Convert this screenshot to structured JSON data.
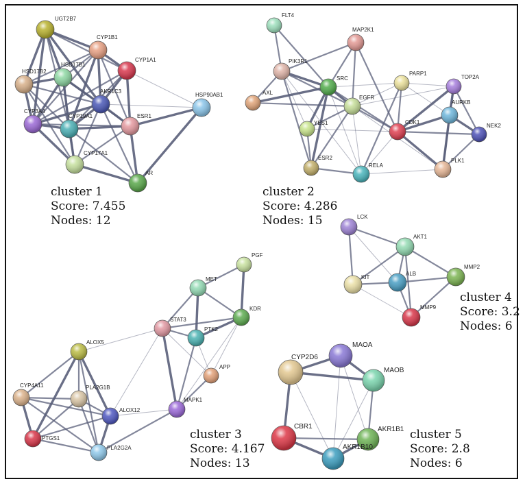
{
  "edge_color": "#5a5f7a",
  "clusters": [
    {
      "id": 1,
      "title": "cluster 1",
      "score": "Score: 7.455",
      "nodes_count": "Nodes: 12",
      "nodes": [
        {
          "id": "UGT2B7",
          "color": "#b9b22f"
        },
        {
          "id": "CYP1B1",
          "color": "#e8a184"
        },
        {
          "id": "CYP1A1",
          "color": "#d9394f"
        },
        {
          "id": "HSD17B2",
          "color": "#d8b08a"
        },
        {
          "id": "HSD17B1",
          "color": "#8fd8a4"
        },
        {
          "id": "AKR1C3",
          "color": "#4b59b7"
        },
        {
          "id": "HSP90AB1",
          "color": "#8cc6ea"
        },
        {
          "id": "CYP3A4",
          "color": "#9c6ad6"
        },
        {
          "id": "CYP19A1",
          "color": "#4bb0b5"
        },
        {
          "id": "ESR1",
          "color": "#e59aa0"
        },
        {
          "id": "CYP17A1",
          "color": "#c6e09e"
        },
        {
          "id": "AR",
          "color": "#5aa84b"
        }
      ],
      "edges": [
        [
          "UGT2B7",
          "CYP1B1",
          3
        ],
        [
          "UGT2B7",
          "HSD17B2",
          3
        ],
        [
          "UGT2B7",
          "HSD17B1",
          3
        ],
        [
          "UGT2B7",
          "AKR1C3",
          3
        ],
        [
          "UGT2B7",
          "CYP3A4",
          3
        ],
        [
          "UGT2B7",
          "CYP19A1",
          2
        ],
        [
          "UGT2B7",
          "CYP1A1",
          2
        ],
        [
          "CYP1B1",
          "CYP1A1",
          3
        ],
        [
          "CYP1B1",
          "HSD17B1",
          2
        ],
        [
          "CYP1B1",
          "AKR1C3",
          3
        ],
        [
          "CYP1B1",
          "CYP3A4",
          2
        ],
        [
          "CYP1B1",
          "CYP19A1",
          3
        ],
        [
          "CYP1B1",
          "ESR1",
          2
        ],
        [
          "CYP1B1",
          "HSD17B2",
          2
        ],
        [
          "CYP1A1",
          "AKR1C3",
          3
        ],
        [
          "CYP1A1",
          "ESR1",
          3
        ],
        [
          "CYP1A1",
          "CYP19A1",
          2
        ],
        [
          "CYP1A1",
          "CYP3A4",
          2
        ],
        [
          "CYP1A1",
          "HSP90AB1",
          1
        ],
        [
          "HSD17B2",
          "HSD17B1",
          3
        ],
        [
          "HSD17B2",
          "CYP3A4",
          3
        ],
        [
          "HSD17B2",
          "CYP19A1",
          2
        ],
        [
          "HSD17B2",
          "AKR1C3",
          2
        ],
        [
          "HSD17B2",
          "CYP17A1",
          2
        ],
        [
          "HSD17B1",
          "AKR1C3",
          3
        ],
        [
          "HSD17B1",
          "CYP3A4",
          3
        ],
        [
          "HSD17B1",
          "CYP19A1",
          3
        ],
        [
          "HSD17B1",
          "ESR1",
          2
        ],
        [
          "HSD17B1",
          "CYP17A1",
          2
        ],
        [
          "AKR1C3",
          "CYP19A1",
          3
        ],
        [
          "AKR1C3",
          "ESR1",
          3
        ],
        [
          "AKR1C3",
          "CYP3A4",
          3
        ],
        [
          "AKR1C3",
          "CYP17A1",
          2
        ],
        [
          "AKR1C3",
          "AR",
          2
        ],
        [
          "HSP90AB1",
          "ESR1",
          3
        ],
        [
          "HSP90AB1",
          "AR",
          3
        ],
        [
          "HSP90AB1",
          "AKR1C3",
          1
        ],
        [
          "CYP3A4",
          "CYP19A1",
          3
        ],
        [
          "CYP3A4",
          "CYP17A1",
          3
        ],
        [
          "CYP3A4",
          "ESR1",
          2
        ],
        [
          "CYP19A1",
          "ESR1",
          3
        ],
        [
          "CYP19A1",
          "CYP17A1",
          3
        ],
        [
          "CYP19A1",
          "AR",
          2
        ],
        [
          "ESR1",
          "AR",
          3
        ],
        [
          "ESR1",
          "CYP17A1",
          2
        ],
        [
          "CYP17A1",
          "AR",
          3
        ]
      ]
    },
    {
      "id": 2,
      "title": "cluster 2",
      "score": "Score: 4.286",
      "nodes_count": "Nodes: 15",
      "nodes": [
        {
          "id": "FLT4",
          "color": "#9ee0bd"
        },
        {
          "id": "MAP2K1",
          "color": "#e39a95"
        },
        {
          "id": "PIK3R1",
          "color": "#e0b5a9"
        },
        {
          "id": "AXL",
          "color": "#e1a57a"
        },
        {
          "id": "SRC",
          "color": "#53ad4d"
        },
        {
          "id": "PARP1",
          "color": "#ece29d"
        },
        {
          "id": "TOP2A",
          "color": "#a77fdd"
        },
        {
          "id": "EGFR",
          "color": "#c7df9a"
        },
        {
          "id": "AURKB",
          "color": "#6fb7dc"
        },
        {
          "id": "YES1",
          "color": "#c9e58d"
        },
        {
          "id": "CDK1",
          "color": "#e04152"
        },
        {
          "id": "NEK2",
          "color": "#4f53b8"
        },
        {
          "id": "ESR2",
          "color": "#c3b06b"
        },
        {
          "id": "RELA",
          "color": "#4bb6bd"
        },
        {
          "id": "PLK1",
          "color": "#e6b797"
        }
      ],
      "edges": [
        [
          "FLT4",
          "PIK3R1",
          2
        ],
        [
          "FLT4",
          "SRC",
          2
        ],
        [
          "MAP2K1",
          "PIK3R1",
          2
        ],
        [
          "MAP2K1",
          "SRC",
          2
        ],
        [
          "MAP2K1",
          "EGFR",
          2
        ],
        [
          "MAP2K1",
          "CDK1",
          2
        ],
        [
          "PIK3R1",
          "AXL",
          2
        ],
        [
          "PIK3R1",
          "SRC",
          3
        ],
        [
          "PIK3R1",
          "EGFR",
          2
        ],
        [
          "PIK3R1",
          "YES1",
          1
        ],
        [
          "PIK3R1",
          "ESR2",
          2
        ],
        [
          "PIK3R1",
          "RELA",
          1
        ],
        [
          "AXL",
          "SRC",
          3
        ],
        [
          "AXL",
          "EGFR",
          2
        ],
        [
          "SRC",
          "EGFR",
          3
        ],
        [
          "SRC",
          "YES1",
          3
        ],
        [
          "SRC",
          "ESR2",
          3
        ],
        [
          "SRC",
          "PARP1",
          1
        ],
        [
          "SRC",
          "CDK1",
          2
        ],
        [
          "SRC",
          "RELA",
          1
        ],
        [
          "EGFR",
          "YES1",
          2
        ],
        [
          "EGFR",
          "ESR2",
          2
        ],
        [
          "EGFR",
          "CDK1",
          2
        ],
        [
          "EGFR",
          "PARP1",
          1
        ],
        [
          "EGFR",
          "RELA",
          1
        ],
        [
          "EGFR",
          "PLK1",
          1
        ],
        [
          "EGFR",
          "TOP2A",
          1
        ],
        [
          "PARP1",
          "CDK1",
          2
        ],
        [
          "PARP1",
          "TOP2A",
          1
        ],
        [
          "PARP1",
          "RELA",
          2
        ],
        [
          "PARP1",
          "AURKB",
          1
        ],
        [
          "TOP2A",
          "AURKB",
          3
        ],
        [
          "TOP2A",
          "CDK1",
          3
        ],
        [
          "TOP2A",
          "NEK2",
          2
        ],
        [
          "TOP2A",
          "PLK1",
          2
        ],
        [
          "AURKB",
          "CDK1",
          3
        ],
        [
          "AURKB",
          "NEK2",
          3
        ],
        [
          "AURKB",
          "PLK1",
          3
        ],
        [
          "CDK1",
          "NEK2",
          2
        ],
        [
          "CDK1",
          "PLK1",
          3
        ],
        [
          "CDK1",
          "RELA",
          1
        ],
        [
          "CDK1",
          "YES1",
          1
        ],
        [
          "NEK2",
          "PLK1",
          2
        ],
        [
          "ESR2",
          "RELA",
          2
        ],
        [
          "RELA",
          "PLK1",
          1
        ],
        [
          "YES1",
          "ESR2",
          2
        ]
      ]
    },
    {
      "id": 3,
      "title": "cluster 3",
      "score": "Score: 4.167",
      "nodes_count": "Nodes: 13",
      "nodes": [
        {
          "id": "PGF",
          "color": "#c9e2a0"
        },
        {
          "id": "MET",
          "color": "#94dbb5"
        },
        {
          "id": "KDR",
          "color": "#5fad52"
        },
        {
          "id": "STAT3",
          "color": "#e39aa4"
        },
        {
          "id": "PTK2",
          "color": "#4cb3b3"
        },
        {
          "id": "APP",
          "color": "#e3a27a"
        },
        {
          "id": "ALOX5",
          "color": "#bcbd47"
        },
        {
          "id": "CYP4A11",
          "color": "#dcb38c"
        },
        {
          "id": "PLA2G1B",
          "color": "#dac6a6"
        },
        {
          "id": "ALOX12",
          "color": "#5059c2"
        },
        {
          "id": "MAPK1",
          "color": "#9c6ad9"
        },
        {
          "id": "PTGS1",
          "color": "#d9374a"
        },
        {
          "id": "PLA2G2A",
          "color": "#90c9ea"
        }
      ],
      "edges": [
        [
          "PGF",
          "MET",
          2
        ],
        [
          "PGF",
          "KDR",
          3
        ],
        [
          "MET",
          "KDR",
          2
        ],
        [
          "MET",
          "STAT3",
          2
        ],
        [
          "MET",
          "PTK2",
          3
        ],
        [
          "KDR",
          "STAT3",
          2
        ],
        [
          "KDR",
          "PTK2",
          3
        ],
        [
          "KDR",
          "APP",
          1
        ],
        [
          "KDR",
          "MAPK1",
          1
        ],
        [
          "STAT3",
          "PTK2",
          2
        ],
        [
          "STAT3",
          "APP",
          1
        ],
        [
          "STAT3",
          "MAPK1",
          3
        ],
        [
          "STAT3",
          "ALOX5",
          1
        ],
        [
          "STAT3",
          "ALOX12",
          1
        ],
        [
          "PTK2",
          "MAPK1",
          2
        ],
        [
          "PTK2",
          "APP",
          1
        ],
        [
          "APP",
          "MAPK1",
          2
        ],
        [
          "ALOX5",
          "CYP4A11",
          2
        ],
        [
          "ALOX5",
          "PLA2G1B",
          2
        ],
        [
          "ALOX5",
          "ALOX12",
          3
        ],
        [
          "ALOX5",
          "PTGS1",
          3
        ],
        [
          "ALOX5",
          "PLA2G2A",
          2
        ],
        [
          "CYP4A11",
          "PLA2G1B",
          2
        ],
        [
          "CYP4A11",
          "ALOX12",
          2
        ],
        [
          "CYP4A11",
          "PTGS1",
          3
        ],
        [
          "CYP4A11",
          "PLA2G2A",
          2
        ],
        [
          "PLA2G1B",
          "ALOX12",
          2
        ],
        [
          "PLA2G1B",
          "PTGS1",
          2
        ],
        [
          "PLA2G1B",
          "PLA2G2A",
          2
        ],
        [
          "ALOX12",
          "PTGS1",
          2
        ],
        [
          "ALOX12",
          "PLA2G2A",
          3
        ],
        [
          "ALOX12",
          "MAPK1",
          1
        ],
        [
          "PTGS1",
          "PLA2G2A",
          2
        ],
        [
          "PLA2G2A",
          "MAPK1",
          2
        ]
      ]
    },
    {
      "id": 4,
      "title": "cluster 4",
      "score": "Score: 3.2",
      "nodes_count": "Nodes: 6",
      "nodes": [
        {
          "id": "LCK",
          "color": "#9f84d6"
        },
        {
          "id": "AKT1",
          "color": "#94dbb3"
        },
        {
          "id": "MMP2",
          "color": "#7db553"
        },
        {
          "id": "KIT",
          "color": "#ebe0a7"
        },
        {
          "id": "ALB",
          "color": "#4a9fc4"
        },
        {
          "id": "MMP9",
          "color": "#d9384b"
        }
      ],
      "edges": [
        [
          "LCK",
          "AKT1",
          2
        ],
        [
          "LCK",
          "KIT",
          2
        ],
        [
          "LCK",
          "ALB",
          1
        ],
        [
          "AKT1",
          "MMP2",
          2
        ],
        [
          "AKT1",
          "ALB",
          2
        ],
        [
          "AKT1",
          "MMP9",
          2
        ],
        [
          "AKT1",
          "KIT",
          2
        ],
        [
          "MMP2",
          "ALB",
          2
        ],
        [
          "MMP2",
          "MMP9",
          2
        ],
        [
          "KIT",
          "ALB",
          2
        ],
        [
          "KIT",
          "MMP9",
          1
        ],
        [
          "ALB",
          "MMP9",
          2
        ]
      ]
    },
    {
      "id": 5,
      "title": "cluster 5",
      "score": "Score: 2.8",
      "nodes_count": "Nodes: 6",
      "nodes": [
        {
          "id": "MAOA",
          "color": "#8a79d6"
        },
        {
          "id": "CYP2D6",
          "color": "#e3c891"
        },
        {
          "id": "MAOB",
          "color": "#7bd5ae"
        },
        {
          "id": "CBR1",
          "color": "#dd3847"
        },
        {
          "id": "AKR1B1",
          "color": "#6fb457"
        },
        {
          "id": "AKR1B10",
          "color": "#3d9ebf"
        }
      ],
      "edges": [
        [
          "CYP2D6",
          "MAOA",
          3
        ],
        [
          "CYP2D6",
          "MAOB",
          3
        ],
        [
          "CYP2D6",
          "CBR1",
          3
        ],
        [
          "CYP2D6",
          "AKR1B10",
          1
        ],
        [
          "MAOA",
          "MAOB",
          3
        ],
        [
          "MAOA",
          "AKR1B1",
          1
        ],
        [
          "MAOA",
          "AKR1B10",
          1
        ],
        [
          "MAOB",
          "AKR1B1",
          2
        ],
        [
          "MAOB",
          "AKR1B10",
          1
        ],
        [
          "CBR1",
          "AKR1B10",
          3
        ],
        [
          "CBR1",
          "AKR1B1",
          2
        ],
        [
          "AKR1B1",
          "AKR1B10",
          3
        ]
      ]
    }
  ]
}
